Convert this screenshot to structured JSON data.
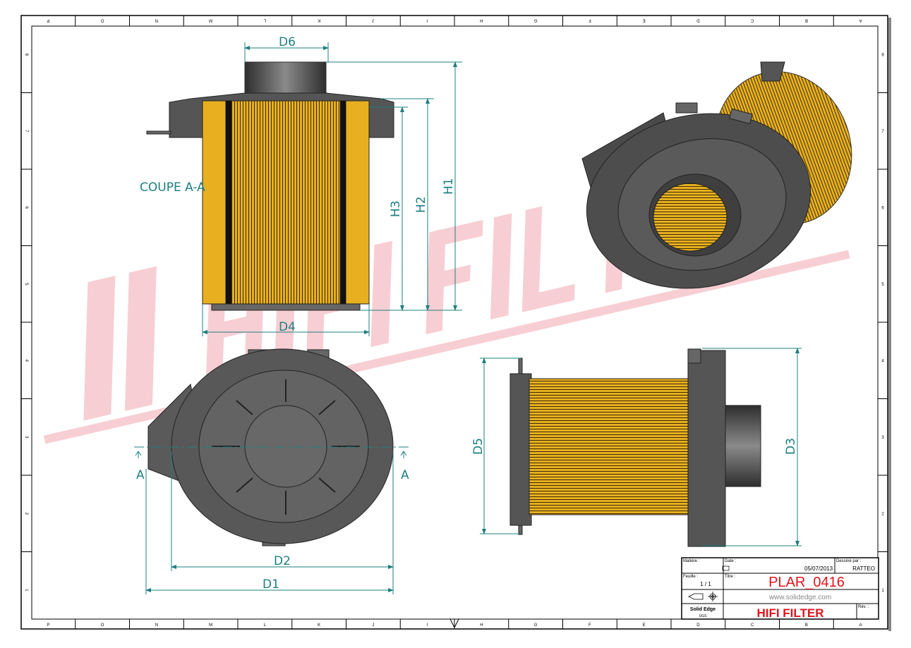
{
  "border": {
    "columns_bottom": [
      "P",
      "O",
      "N",
      "M",
      "L",
      "K",
      "J",
      "I",
      "H",
      "G",
      "F",
      "E",
      "D",
      "C",
      "B",
      "A"
    ],
    "columns_top": [
      "A",
      "B",
      "C",
      "D",
      "E",
      "F",
      "G",
      "H",
      "I",
      "J",
      "K",
      "L",
      "M",
      "N",
      "O",
      "P"
    ],
    "rows_right": [
      "8",
      "7",
      "6",
      "5",
      "4",
      "3",
      "2",
      "1"
    ],
    "rows_left": [
      "8",
      "7",
      "6",
      "5",
      "4",
      "3",
      "2",
      "1"
    ]
  },
  "watermark": "HIFI FILTER",
  "section_label": "COUPE A-A",
  "section_marker": "A",
  "dimensions": {
    "D1": "D1",
    "D2": "D2",
    "D3": "D3",
    "D4": "D4",
    "D5": "D5",
    "D6": "D6",
    "H1": "H1",
    "H2": "H2",
    "H3": "H3"
  },
  "colors": {
    "dimension": "#1f7f80",
    "filter_media": "#e8b020",
    "housing": "#555555",
    "watermark": "#f7c9cf",
    "title_red": "#e0141e"
  },
  "title_block": {
    "matiere_label": "Matière :",
    "date_label": "Date :",
    "date": "05/07/2013",
    "dessine_label": "Dessiné par :",
    "dessine": "RATTEO",
    "feuille_label": "Feuille :",
    "feuille": "1 / 1",
    "titre_label": "Titre :",
    "titre": "PLAR_0416",
    "website": "www.solidedge.com",
    "software": "Solid Edge",
    "software_sub": "UGS",
    "company": "HIFI FILTER",
    "rev_label": "Rév. :"
  }
}
